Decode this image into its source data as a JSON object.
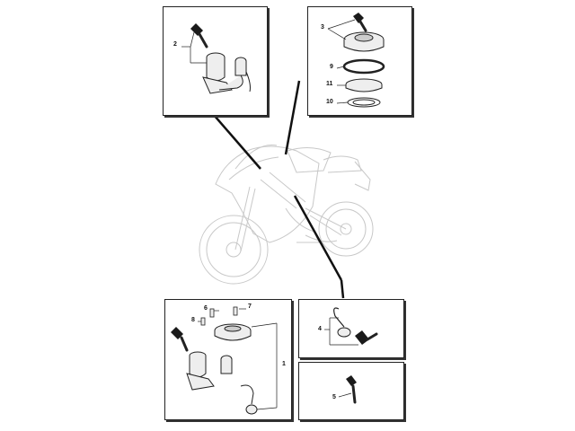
{
  "callouts": {
    "c1": "1",
    "c2": "2",
    "c3": "3",
    "c4": "4",
    "c5": "5",
    "c6": "6",
    "c7": "7",
    "c8": "8",
    "c9": "9",
    "c10": "10",
    "c11": "11"
  },
  "colors": {
    "line": "#222222",
    "ghost": "#c8c8c8",
    "part_fill": "#eeeeee",
    "key_fill": "#1a1a1a"
  }
}
